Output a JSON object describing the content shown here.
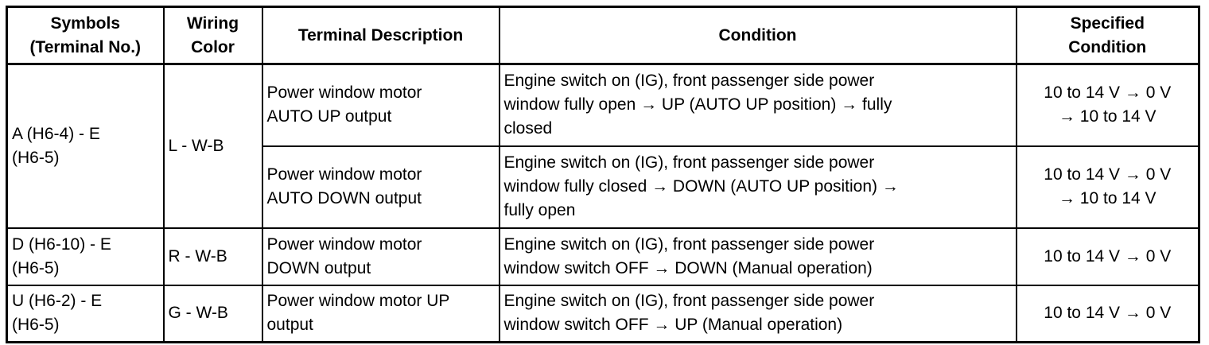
{
  "table": {
    "headers": [
      "Symbols\n(Terminal No.)",
      "Wiring\nColor",
      "Terminal Description",
      "Condition",
      "Specified\nCondition"
    ],
    "rows": [
      {
        "symbols": "A (H6-4) - E\n(H6-5)",
        "wiring_color": "L - W-B",
        "entries": [
          {
            "description": "Power window motor\nAUTO UP output",
            "condition": "Engine switch on (IG), front passenger side power\nwindow fully open → UP (AUTO UP position) → fully\nclosed",
            "specified": "10 to 14 V → 0 V\n→ 10 to 14 V"
          },
          {
            "description": "Power window motor\nAUTO DOWN output",
            "condition": "Engine switch on (IG), front passenger side power\nwindow fully closed → DOWN (AUTO UP position) →\nfully open",
            "specified": "10 to 14 V → 0 V\n→ 10 to 14 V"
          }
        ]
      },
      {
        "symbols": "D (H6-10) - E\n(H6-5)",
        "wiring_color": "R - W-B",
        "entries": [
          {
            "description": "Power window motor\nDOWN output",
            "condition": "Engine switch on (IG), front passenger side power\nwindow switch OFF → DOWN (Manual operation)",
            "specified": "10 to 14 V → 0 V"
          }
        ]
      },
      {
        "symbols": "U (H6-2) - E\n(H6-5)",
        "wiring_color": "G - W-B",
        "entries": [
          {
            "description": "Power window motor UP\noutput",
            "condition": "Engine switch on (IG), front passenger side power\nwindow switch OFF → UP (Manual operation)",
            "specified": "10 to 14 V → 0 V"
          }
        ]
      }
    ]
  }
}
